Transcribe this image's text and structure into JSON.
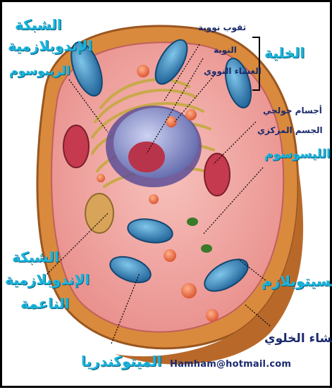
{
  "title": "الخلية",
  "labels": {
    "rough_er_line1": "الشبكة",
    "rough_er_line2": "الإندوبلازمية",
    "rough_er_line3": "الريبوسوم",
    "centrioles": "ثقوب نووية",
    "nucleolus": "النوية",
    "nuclear_membrane": "الغشاء النووي",
    "vesicles_line1": "أجسام جولجي",
    "vesicles_line2": "الجسم المركزي",
    "lysosome": "الليسوسوم",
    "smooth_er_line1": "الشبكة",
    "smooth_er_line2": "الإندوبلازمية",
    "smooth_er_line3": "الناعمة",
    "cytoplasm": "السيتوبلازم",
    "cell_membrane": "الغشاء الخلوي",
    "mitochondria": "الميتوكندريا"
  },
  "credit": "Hamham@hotmail.com",
  "colors": {
    "label_cyan": "#1ab4dc",
    "label_navy": "#1a2a6c",
    "cell_outer": "#d98a3d",
    "cytoplasm": "#f2a7a3",
    "nucleus": "#7e86c8",
    "nucleolus": "#b8344a",
    "mitochondria": "#2c86b8",
    "golgi": "#d7c061",
    "border": "#000000"
  }
}
